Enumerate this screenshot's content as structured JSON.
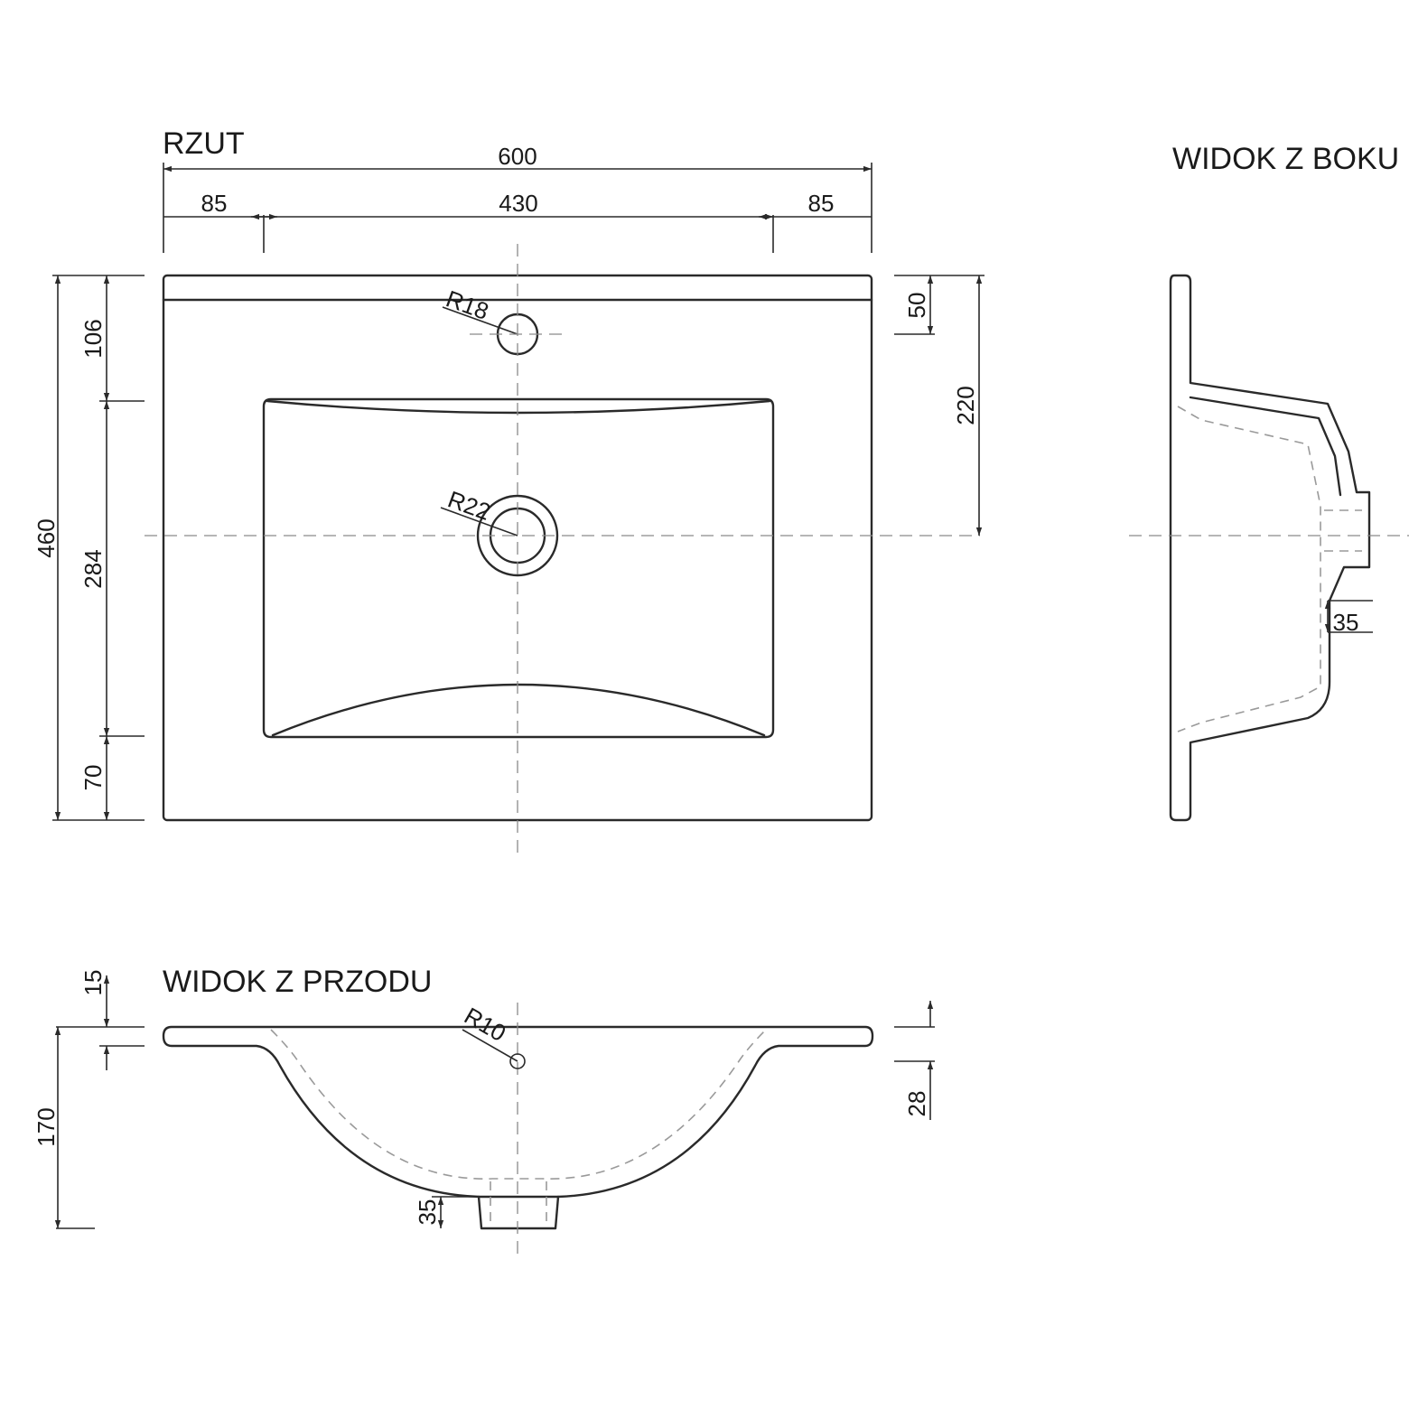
{
  "titles": {
    "plan": "RZUT",
    "side": "WIDOK Z BOKU",
    "front": "WIDOK Z PRZODU"
  },
  "plan": {
    "width_total": "600",
    "width_left": "85",
    "width_basin": "430",
    "width_right": "85",
    "depth_total": "460",
    "depth_back": "106",
    "depth_basin": "284",
    "depth_front": "70",
    "tap_hole_radius": "R18",
    "drain_radius": "R22",
    "back_ledge": "50",
    "drain_offset": "220"
  },
  "side": {
    "drain_outlet": "35"
  },
  "front": {
    "slab_thickness": "15",
    "total_height": "170",
    "drain_outlet": "35",
    "corner_radius": "R10",
    "rim_depth": "28"
  }
}
